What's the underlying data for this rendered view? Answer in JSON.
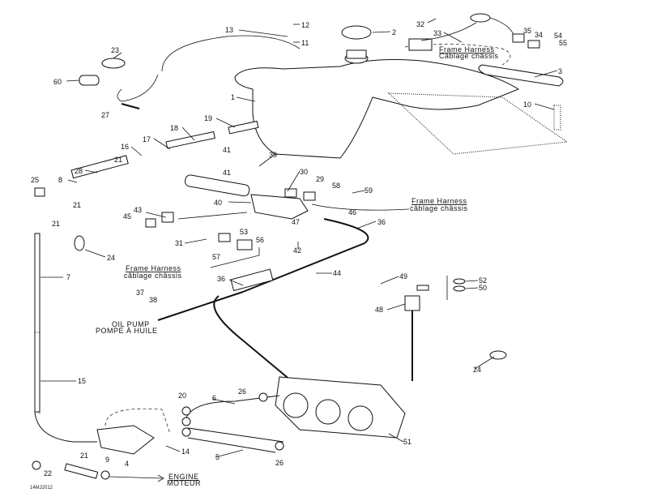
{
  "callouts": [
    "13",
    "12",
    "2",
    "11",
    "32",
    "33",
    "35",
    "34",
    "54",
    "55",
    "3",
    "10",
    "1",
    "23",
    "60",
    "27",
    "19",
    "18",
    "17",
    "16",
    "21",
    "41",
    "39",
    "41",
    "30",
    "29",
    "58",
    "59",
    "28",
    "8",
    "25",
    "21",
    "21",
    "40",
    "43",
    "45",
    "46",
    "47",
    "36",
    "53",
    "56",
    "31",
    "57",
    "42",
    "24",
    "7",
    "44",
    "36",
    "49",
    "52",
    "50",
    "48",
    "37",
    "38",
    "24",
    "15",
    "26",
    "20",
    "6",
    "51",
    "14",
    "5",
    "26",
    "21",
    "9",
    "4",
    "22"
  ],
  "notes": {
    "frame_harness_top": {
      "en": "Frame Harness",
      "fr": "Câblage châssis"
    },
    "frame_harness_right": {
      "en": "Frame Harness",
      "fr": "câblage châssis"
    },
    "frame_harness_left": {
      "en": "Frame Harness",
      "fr": "câblage châssis"
    },
    "oil_pump": {
      "en": "OIL PUMP",
      "fr": "POMPE À HUILE"
    },
    "engine": {
      "en": "ENGINE",
      "fr": "MOTEUR"
    }
  },
  "drawing_code": "14MJ2012"
}
